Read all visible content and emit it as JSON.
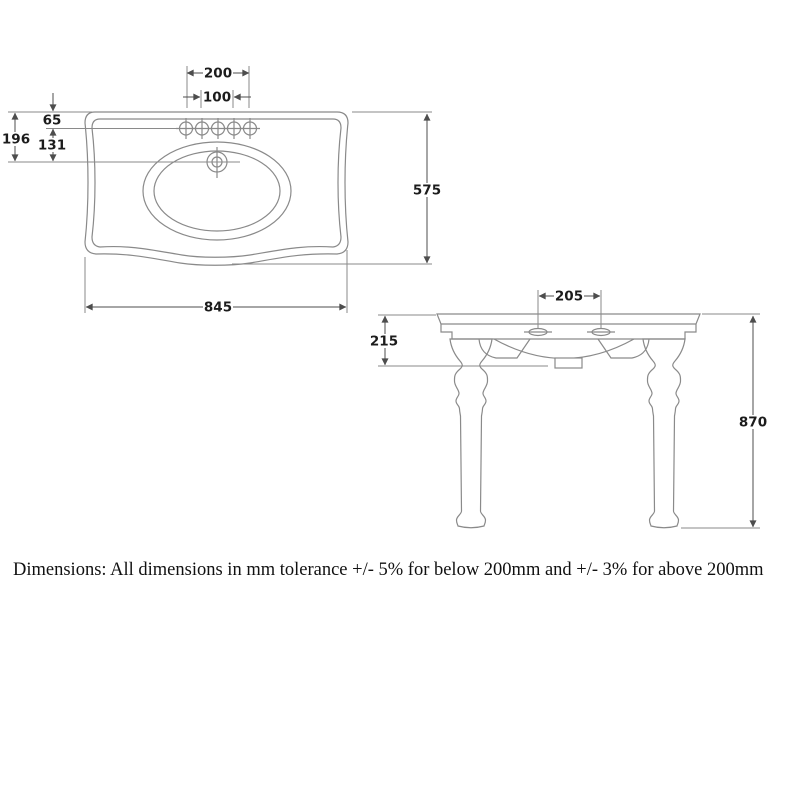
{
  "plan_view": {
    "dim_tap_holes_outer": "200",
    "dim_tap_holes_inner": "100",
    "dim_rim_to_tap_holes": "65",
    "dim_tap_holes_to_overflow": "131",
    "dim_rim_to_overflow": "196",
    "dim_depth": "575",
    "dim_width": "845"
  },
  "front_view": {
    "dim_tap_span": "205",
    "dim_basin_depth": "215",
    "dim_overall_height": "870"
  },
  "note": "Dimensions: All dimensions in mm tolerance +/- 5% for below 200mm and +/- 3% for above 200mm",
  "colors": {
    "background": "#ffffff",
    "outline_line": "#8a8a8a",
    "dimension_line": "#4d4d4d",
    "label_text": "#1c1c1c"
  }
}
